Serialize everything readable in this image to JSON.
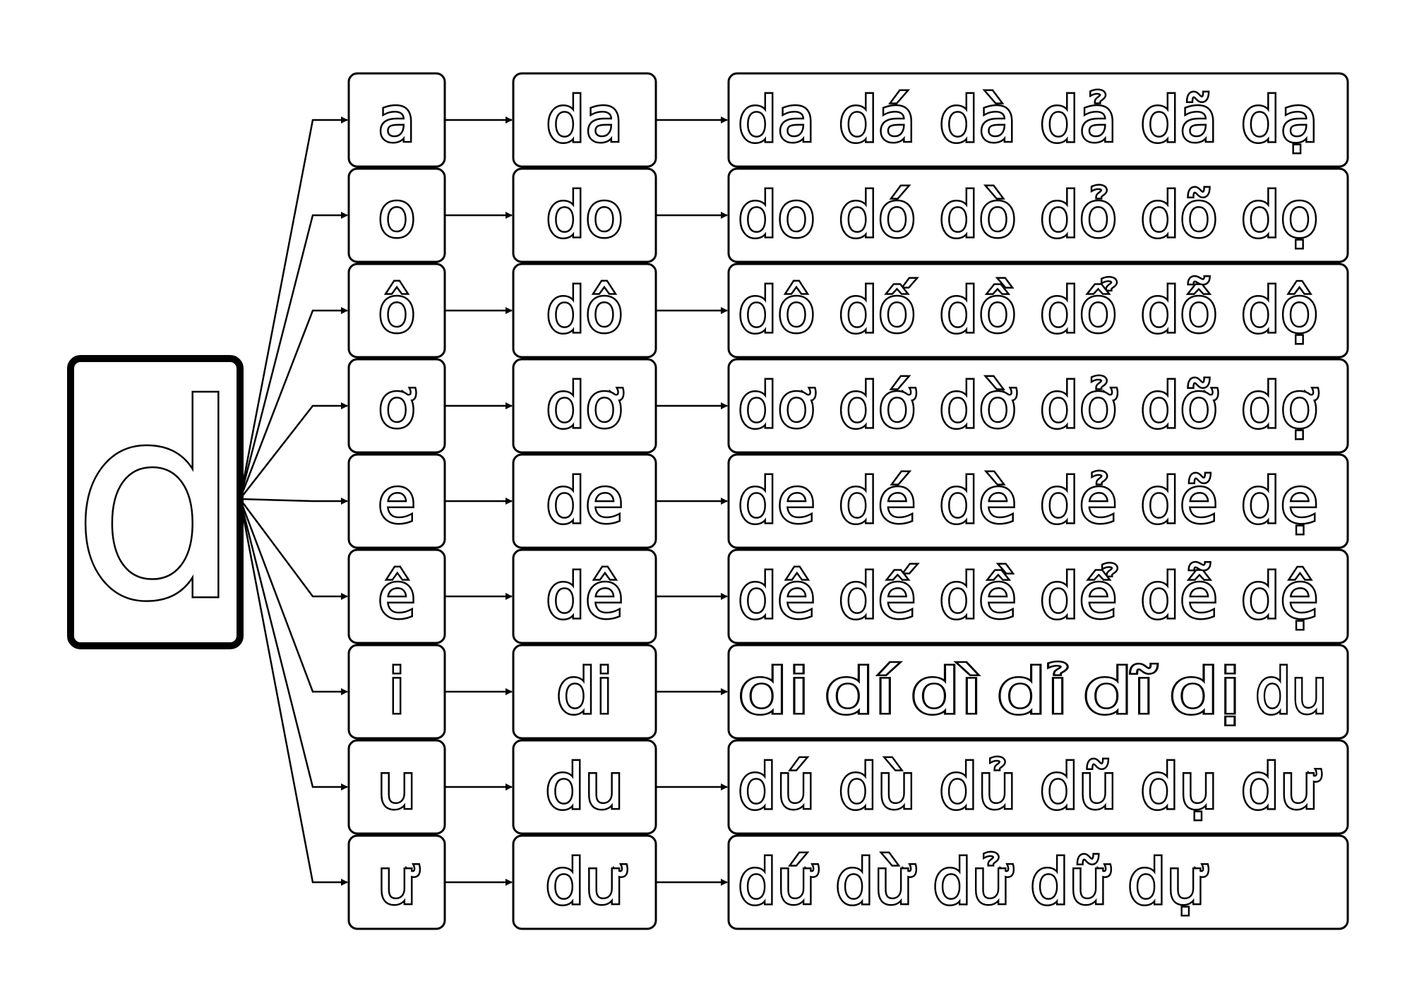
{
  "consonant": "d",
  "rows": [
    {
      "vowel": "a",
      "syllable": "da",
      "tones": [
        "da",
        "dá",
        "dà",
        "dả",
        "dã",
        "dạ"
      ]
    },
    {
      "vowel": "o",
      "syllable": "do",
      "tones": [
        "do",
        "dó",
        "dò",
        "dỏ",
        "dõ",
        "dọ"
      ]
    },
    {
      "vowel": "ô",
      "syllable": "dô",
      "tones": [
        "dô",
        "dố",
        "dồ",
        "dổ",
        "dỗ",
        "dộ"
      ]
    },
    {
      "vowel": "ơ",
      "syllable": "dơ",
      "tones": [
        "dơ",
        "dớ",
        "dờ",
        "dở",
        "dỡ",
        "dợ"
      ]
    },
    {
      "vowel": "e",
      "syllable": "de",
      "tones": [
        "de",
        "dé",
        "dè",
        "dẻ",
        "dẽ",
        "dẹ"
      ]
    },
    {
      "vowel": "ê",
      "syllable": "dê",
      "tones": [
        "dê",
        "dế",
        "dề",
        "dể",
        "dễ",
        "dệ"
      ]
    },
    {
      "vowel": "i",
      "syllable": "di",
      "tones": [
        "di",
        "dí",
        "dì",
        "dỉ",
        "dĩ",
        "dị",
        "du"
      ]
    },
    {
      "vowel": "u",
      "syllable": "du",
      "tones": [
        "dú",
        "dù",
        "dủ",
        "dũ",
        "dụ",
        "dư"
      ]
    },
    {
      "vowel": "ư",
      "syllable": "dư",
      "tones": [
        "dứ",
        "dừ",
        "dử",
        "dữ",
        "dự"
      ]
    }
  ]
}
